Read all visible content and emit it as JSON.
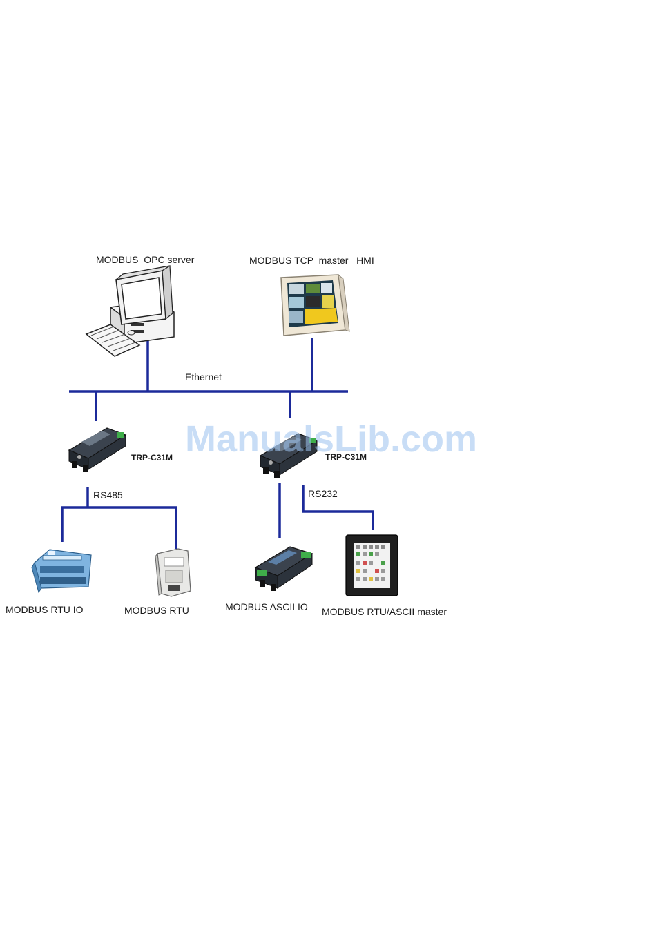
{
  "labels": {
    "opc_server": "MODBUS  OPC server",
    "tcp_master_hmi": "MODBUS TCP  master   HMI",
    "ethernet": "Ethernet",
    "converter_left": "TRP-C31M",
    "converter_right": "TRP-C31M",
    "rs485": "RS485",
    "rs232": "RS232",
    "rtu_io": "MODBUS RTU IO",
    "rtu": "MODBUS RTU",
    "ascii_io": "MODBUS ASCII IO",
    "rtu_ascii_master": "MODBUS RTU/ASCII master"
  },
  "watermark": "ManualsLib.com",
  "colors": {
    "wire": "#1c2a9a",
    "watermark": "#9cc3f0"
  },
  "icons": [
    "computer-icon",
    "hmi-panel-icon",
    "converter-icon",
    "io-module-icon",
    "din-rail-module-icon",
    "touch-panel-icon"
  ]
}
